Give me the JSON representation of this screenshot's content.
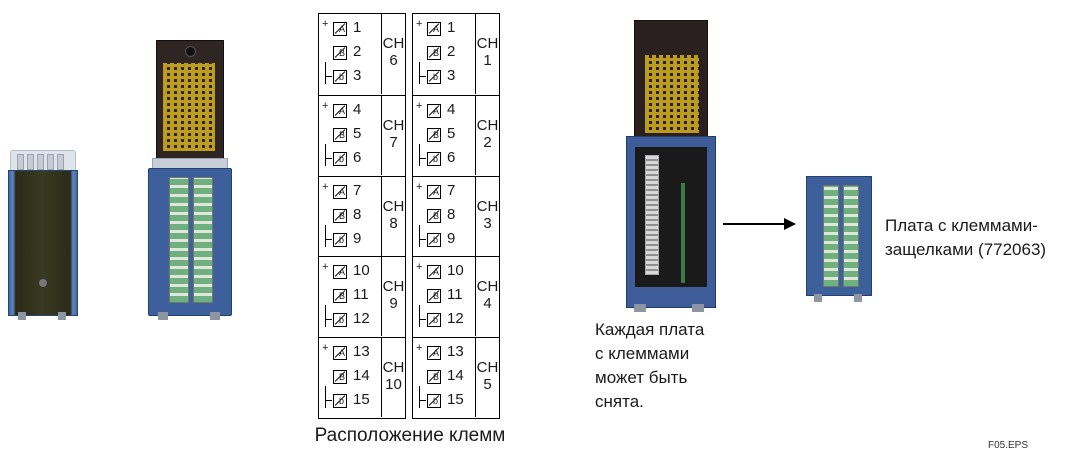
{
  "terminal_layout_caption": "Расположение клемм",
  "terminal_symbols": [
    "A",
    "B",
    "b"
  ],
  "terminal_plus": "+",
  "table_left": {
    "groups": [
      {
        "ch": "CH",
        "ch_num": "6",
        "terminals": [
          "1",
          "2",
          "3"
        ]
      },
      {
        "ch": "CH",
        "ch_num": "7",
        "terminals": [
          "4",
          "5",
          "6"
        ]
      },
      {
        "ch": "CH",
        "ch_num": "8",
        "terminals": [
          "7",
          "8",
          "9"
        ]
      },
      {
        "ch": "CH",
        "ch_num": "9",
        "terminals": [
          "10",
          "11",
          "12"
        ]
      },
      {
        "ch": "CH",
        "ch_num": "10",
        "terminals": [
          "13",
          "14",
          "15"
        ]
      }
    ]
  },
  "table_right": {
    "groups": [
      {
        "ch": "CH",
        "ch_num": "1",
        "terminals": [
          "1",
          "2",
          "3"
        ]
      },
      {
        "ch": "CH",
        "ch_num": "2",
        "terminals": [
          "4",
          "5",
          "6"
        ]
      },
      {
        "ch": "CH",
        "ch_num": "3",
        "terminals": [
          "7",
          "8",
          "9"
        ]
      },
      {
        "ch": "CH",
        "ch_num": "4",
        "terminals": [
          "10",
          "11",
          "12"
        ]
      },
      {
        "ch": "CH",
        "ch_num": "5",
        "terminals": [
          "13",
          "14",
          "15"
        ]
      }
    ]
  },
  "removal_note": [
    "Каждая плата",
    "с клеммами",
    "может быть",
    "снята."
  ],
  "board_label": [
    "Плата с клеммами-",
    "защелками (772063)"
  ],
  "figure_id": "F05.EPS"
}
